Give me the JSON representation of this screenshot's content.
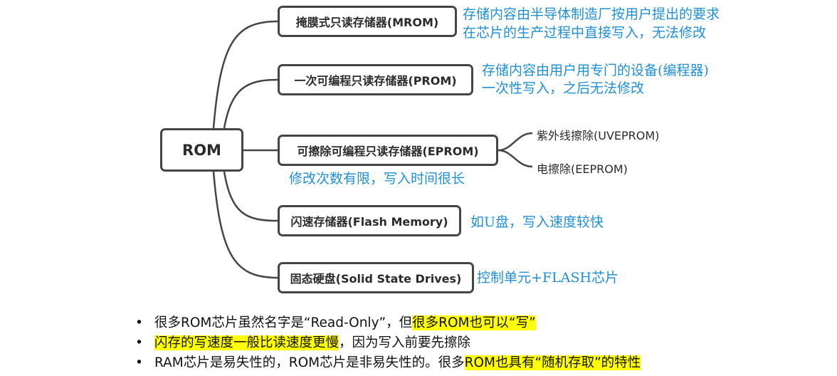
{
  "root": {
    "label": "ROM"
  },
  "branches": [
    {
      "label": "掩膜式只读存储器(MROM)",
      "notes": [
        "存储内容由半导体制造厂按用户提出的要求",
        "在芯片的生产过程中直接写入，无法修改"
      ]
    },
    {
      "label": "一次可编程只读存储器(PROM)",
      "notes": [
        "存储内容由用户用专门的设备(编程器)",
        "一次性写入，之后无法修改"
      ]
    },
    {
      "label": "可擦除可编程只读存储器(EPROM)",
      "notes": [
        "修改次数有限，写入时间很长"
      ],
      "children": [
        "紫外线擦除(UVEPROM)",
        "电擦除(EEPROM)"
      ]
    },
    {
      "label": "闪速存储器(Flash Memory)",
      "notes": [
        "如U盘，写入速度较快"
      ]
    },
    {
      "label": "固态硬盘(Solid State Drives)",
      "notes": [
        "控制单元+FLASH芯片"
      ]
    }
  ],
  "bullets": [
    {
      "before": "很多ROM芯片虽然名字是“Read-Only”，但",
      "highlight": "很多ROM也可以“写”",
      "after": ""
    },
    {
      "before": "",
      "highlight": "闪存的写速度一般比读速度更慢",
      "after": "，因为写入前要先擦除"
    },
    {
      "before": "RAM芯片是易失性的，ROM芯片是非易失性的。很多",
      "highlight": "ROM也具有“随机存取”的特性",
      "after": ""
    }
  ],
  "colors": {
    "node_border": "#454545",
    "note_text": "#1f8fd6",
    "highlight": "#ffff00"
  },
  "bullet_glyph": "•"
}
